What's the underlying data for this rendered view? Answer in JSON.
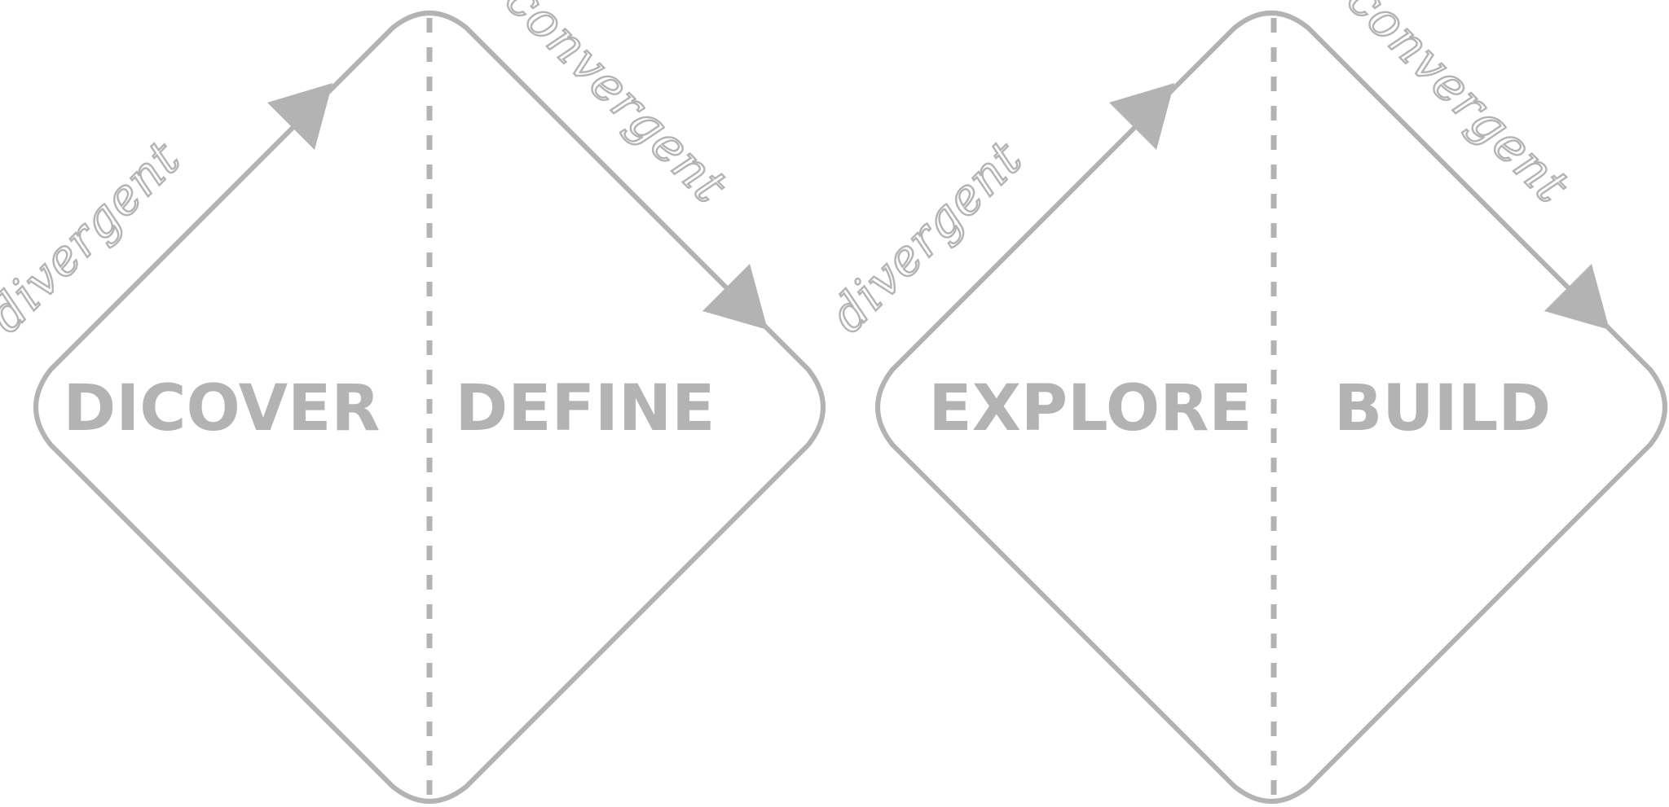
{
  "diamonds": [
    {
      "left_phase": "DICOVER",
      "right_phase": "DEFINE",
      "diverge_label": "divergent",
      "converge_label": "convergent"
    },
    {
      "left_phase": "EXPLORE",
      "right_phase": "BUILD",
      "diverge_label": "divergent",
      "converge_label": "convergent"
    }
  ],
  "colors": {
    "stroke": "#b3b3b3",
    "text": "#b3b3b3",
    "background": "#ffffff"
  }
}
